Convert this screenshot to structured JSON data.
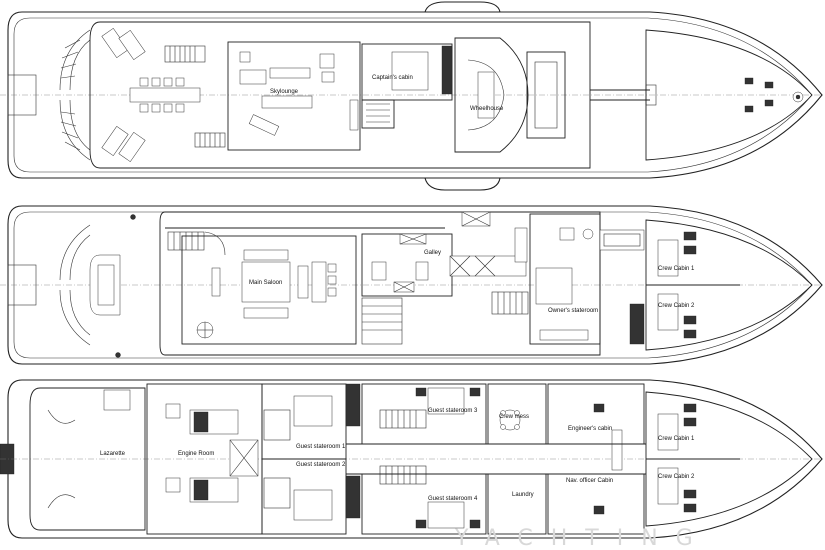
{
  "decks": {
    "sun_deck": {
      "rooms": {
        "skylounge": "Skylounge",
        "captains_cabin": "Captain's cabin",
        "wheelhouse": "Wheelhouse"
      }
    },
    "main_deck": {
      "rooms": {
        "main_saloon": "Main Saloon",
        "galley": "Galley",
        "owners_stateroom": "Owner's stateroom",
        "crew_cabin_1": "Crew Cabin 1",
        "crew_cabin_2": "Crew Cabin 2"
      }
    },
    "lower_deck": {
      "rooms": {
        "lazarette": "Lazarette",
        "engine_room": "Engine Room",
        "guest_stateroom_1": "Guest stateroom 1",
        "guest_stateroom_2": "Guest stateroom 2",
        "guest_stateroom_3": "Guest stateroom 3",
        "guest_stateroom_4": "Guest stateroom 4",
        "crew_mess": "Crew mess",
        "laundry": "Laundry",
        "engineers_cabin": "Engineer's cabin",
        "nav_officer_cabin": "Nav. officer Cabin",
        "crew_cabin_1": "Crew Cabin 1",
        "crew_cabin_2": "Crew Cabin 2"
      }
    }
  },
  "watermark": "YACHTING"
}
